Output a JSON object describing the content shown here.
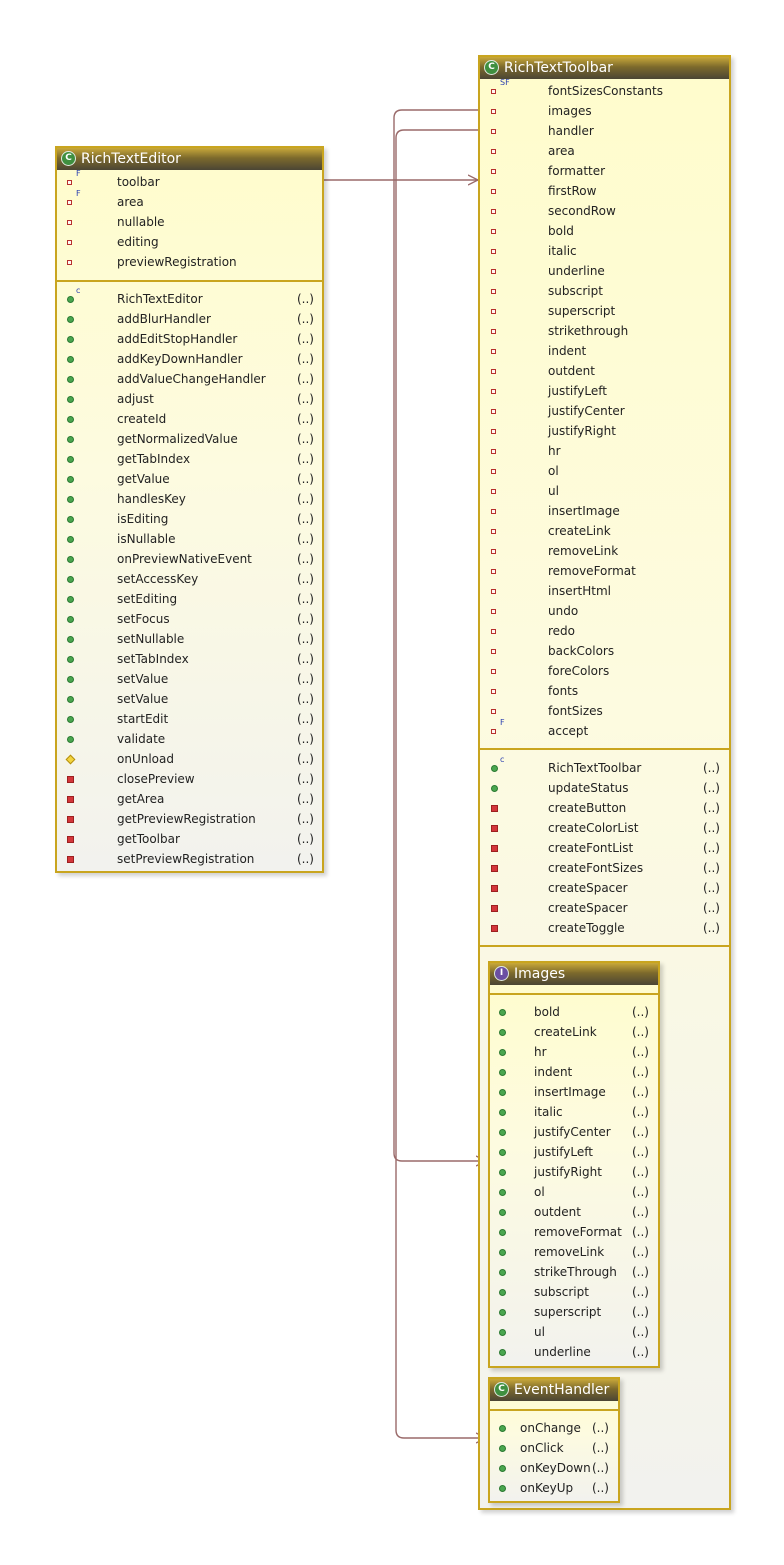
{
  "classes": {
    "editor": {
      "name": "RichTextEditor",
      "fields": [
        {
          "name": "toolbar",
          "mod": "F"
        },
        {
          "name": "area",
          "mod": "F"
        },
        {
          "name": "nullable",
          "mod": ""
        },
        {
          "name": "editing",
          "mod": ""
        },
        {
          "name": "previewRegistration",
          "mod": ""
        }
      ],
      "methods": [
        {
          "name": "RichTextEditor",
          "vis": "public",
          "mod": "c",
          "args": "(..)"
        },
        {
          "name": "addBlurHandler",
          "vis": "public",
          "mod": "",
          "args": "(..)"
        },
        {
          "name": "addEditStopHandler",
          "vis": "public",
          "mod": "",
          "args": "(..)"
        },
        {
          "name": "addKeyDownHandler",
          "vis": "public",
          "mod": "",
          "args": "(..)"
        },
        {
          "name": "addValueChangeHandler",
          "vis": "public",
          "mod": "",
          "args": "(..)"
        },
        {
          "name": "adjust",
          "vis": "public",
          "mod": "",
          "args": "(..)"
        },
        {
          "name": "createId",
          "vis": "public",
          "mod": "",
          "args": "(..)"
        },
        {
          "name": "getNormalizedValue",
          "vis": "public",
          "mod": "",
          "args": "(..)"
        },
        {
          "name": "getTabIndex",
          "vis": "public",
          "mod": "",
          "args": "(..)"
        },
        {
          "name": "getValue",
          "vis": "public",
          "mod": "",
          "args": "(..)"
        },
        {
          "name": "handlesKey",
          "vis": "public",
          "mod": "",
          "args": "(..)"
        },
        {
          "name": "isEditing",
          "vis": "public",
          "mod": "",
          "args": "(..)"
        },
        {
          "name": "isNullable",
          "vis": "public",
          "mod": "",
          "args": "(..)"
        },
        {
          "name": "onPreviewNativeEvent",
          "vis": "public",
          "mod": "",
          "args": "(..)"
        },
        {
          "name": "setAccessKey",
          "vis": "public",
          "mod": "",
          "args": "(..)"
        },
        {
          "name": "setEditing",
          "vis": "public",
          "mod": "",
          "args": "(..)"
        },
        {
          "name": "setFocus",
          "vis": "public",
          "mod": "",
          "args": "(..)"
        },
        {
          "name": "setNullable",
          "vis": "public",
          "mod": "",
          "args": "(..)"
        },
        {
          "name": "setTabIndex",
          "vis": "public",
          "mod": "",
          "args": "(..)"
        },
        {
          "name": "setValue",
          "vis": "public",
          "mod": "",
          "args": "(..)"
        },
        {
          "name": "setValue",
          "vis": "public",
          "mod": "",
          "args": "(..)"
        },
        {
          "name": "startEdit",
          "vis": "public",
          "mod": "",
          "args": "(..)"
        },
        {
          "name": "validate",
          "vis": "public",
          "mod": "",
          "args": "(..)"
        },
        {
          "name": "onUnload",
          "vis": "package",
          "mod": "",
          "args": "(..)"
        },
        {
          "name": "closePreview",
          "vis": "private",
          "mod": "",
          "args": "(..)"
        },
        {
          "name": "getArea",
          "vis": "private",
          "mod": "",
          "args": "(..)"
        },
        {
          "name": "getPreviewRegistration",
          "vis": "private",
          "mod": "",
          "args": "(..)"
        },
        {
          "name": "getToolbar",
          "vis": "private",
          "mod": "",
          "args": "(..)"
        },
        {
          "name": "setPreviewRegistration",
          "vis": "private",
          "mod": "",
          "args": "(..)"
        }
      ]
    },
    "toolbar": {
      "name": "RichTextToolbar",
      "fields": [
        {
          "name": "fontSizesConstants",
          "mod": "SF"
        },
        {
          "name": "images",
          "mod": ""
        },
        {
          "name": "handler",
          "mod": ""
        },
        {
          "name": "area",
          "mod": ""
        },
        {
          "name": "formatter",
          "mod": ""
        },
        {
          "name": "firstRow",
          "mod": ""
        },
        {
          "name": "secondRow",
          "mod": ""
        },
        {
          "name": "bold",
          "mod": ""
        },
        {
          "name": "italic",
          "mod": ""
        },
        {
          "name": "underline",
          "mod": ""
        },
        {
          "name": "subscript",
          "mod": ""
        },
        {
          "name": "superscript",
          "mod": ""
        },
        {
          "name": "strikethrough",
          "mod": ""
        },
        {
          "name": "indent",
          "mod": ""
        },
        {
          "name": "outdent",
          "mod": ""
        },
        {
          "name": "justifyLeft",
          "mod": ""
        },
        {
          "name": "justifyCenter",
          "mod": ""
        },
        {
          "name": "justifyRight",
          "mod": ""
        },
        {
          "name": "hr",
          "mod": ""
        },
        {
          "name": "ol",
          "mod": ""
        },
        {
          "name": "ul",
          "mod": ""
        },
        {
          "name": "insertImage",
          "mod": ""
        },
        {
          "name": "createLink",
          "mod": ""
        },
        {
          "name": "removeLink",
          "mod": ""
        },
        {
          "name": "removeFormat",
          "mod": ""
        },
        {
          "name": "insertHtml",
          "mod": ""
        },
        {
          "name": "undo",
          "mod": ""
        },
        {
          "name": "redo",
          "mod": ""
        },
        {
          "name": "backColors",
          "mod": ""
        },
        {
          "name": "foreColors",
          "mod": ""
        },
        {
          "name": "fonts",
          "mod": ""
        },
        {
          "name": "fontSizes",
          "mod": ""
        },
        {
          "name": "accept",
          "mod": "F"
        }
      ],
      "methods": [
        {
          "name": "RichTextToolbar",
          "vis": "public",
          "mod": "c",
          "args": "(..)"
        },
        {
          "name": "updateStatus",
          "vis": "public",
          "mod": "",
          "args": "(..)"
        },
        {
          "name": "createButton",
          "vis": "private",
          "mod": "",
          "args": "(..)"
        },
        {
          "name": "createColorList",
          "vis": "private",
          "mod": "",
          "args": "(..)"
        },
        {
          "name": "createFontList",
          "vis": "private",
          "mod": "",
          "args": "(..)"
        },
        {
          "name": "createFontSizes",
          "vis": "private",
          "mod": "",
          "args": "(..)"
        },
        {
          "name": "createSpacer",
          "vis": "private",
          "mod": "",
          "args": "(..)"
        },
        {
          "name": "createSpacer",
          "vis": "private",
          "mod": "",
          "args": "(..)"
        },
        {
          "name": "createToggle",
          "vis": "private",
          "mod": "",
          "args": "(..)"
        }
      ]
    },
    "images": {
      "name": "Images",
      "methods": [
        {
          "name": "bold",
          "vis": "public",
          "mod": "",
          "args": "(..)"
        },
        {
          "name": "createLink",
          "vis": "public",
          "mod": "",
          "args": "(..)"
        },
        {
          "name": "hr",
          "vis": "public",
          "mod": "",
          "args": "(..)"
        },
        {
          "name": "indent",
          "vis": "public",
          "mod": "",
          "args": "(..)"
        },
        {
          "name": "insertImage",
          "vis": "public",
          "mod": "",
          "args": "(..)"
        },
        {
          "name": "italic",
          "vis": "public",
          "mod": "",
          "args": "(..)"
        },
        {
          "name": "justifyCenter",
          "vis": "public",
          "mod": "",
          "args": "(..)"
        },
        {
          "name": "justifyLeft",
          "vis": "public",
          "mod": "",
          "args": "(..)"
        },
        {
          "name": "justifyRight",
          "vis": "public",
          "mod": "",
          "args": "(..)"
        },
        {
          "name": "ol",
          "vis": "public",
          "mod": "",
          "args": "(..)"
        },
        {
          "name": "outdent",
          "vis": "public",
          "mod": "",
          "args": "(..)"
        },
        {
          "name": "removeFormat",
          "vis": "public",
          "mod": "",
          "args": "(..)"
        },
        {
          "name": "removeLink",
          "vis": "public",
          "mod": "",
          "args": "(..)"
        },
        {
          "name": "strikeThrough",
          "vis": "public",
          "mod": "",
          "args": "(..)"
        },
        {
          "name": "subscript",
          "vis": "public",
          "mod": "",
          "args": "(..)"
        },
        {
          "name": "superscript",
          "vis": "public",
          "mod": "",
          "args": "(..)"
        },
        {
          "name": "ul",
          "vis": "public",
          "mod": "",
          "args": "(..)"
        },
        {
          "name": "underline",
          "vis": "public",
          "mod": "",
          "args": "(..)"
        }
      ]
    },
    "handler": {
      "name": "EventHandler",
      "methods": [
        {
          "name": "onChange",
          "vis": "public",
          "mod": "",
          "args": "(..)"
        },
        {
          "name": "onClick",
          "vis": "public",
          "mod": "",
          "args": "(..)"
        },
        {
          "name": "onKeyDown",
          "vis": "public",
          "mod": "",
          "args": "(..)"
        },
        {
          "name": "onKeyUp",
          "vis": "public",
          "mod": "",
          "args": "(..)"
        }
      ]
    }
  },
  "colors": {
    "border": "#c9a51f",
    "connector": "#9a6a6a",
    "public": "#4aa64f",
    "private": "#d3363a",
    "package": "#f3d43e",
    "field": "#b8312f"
  }
}
